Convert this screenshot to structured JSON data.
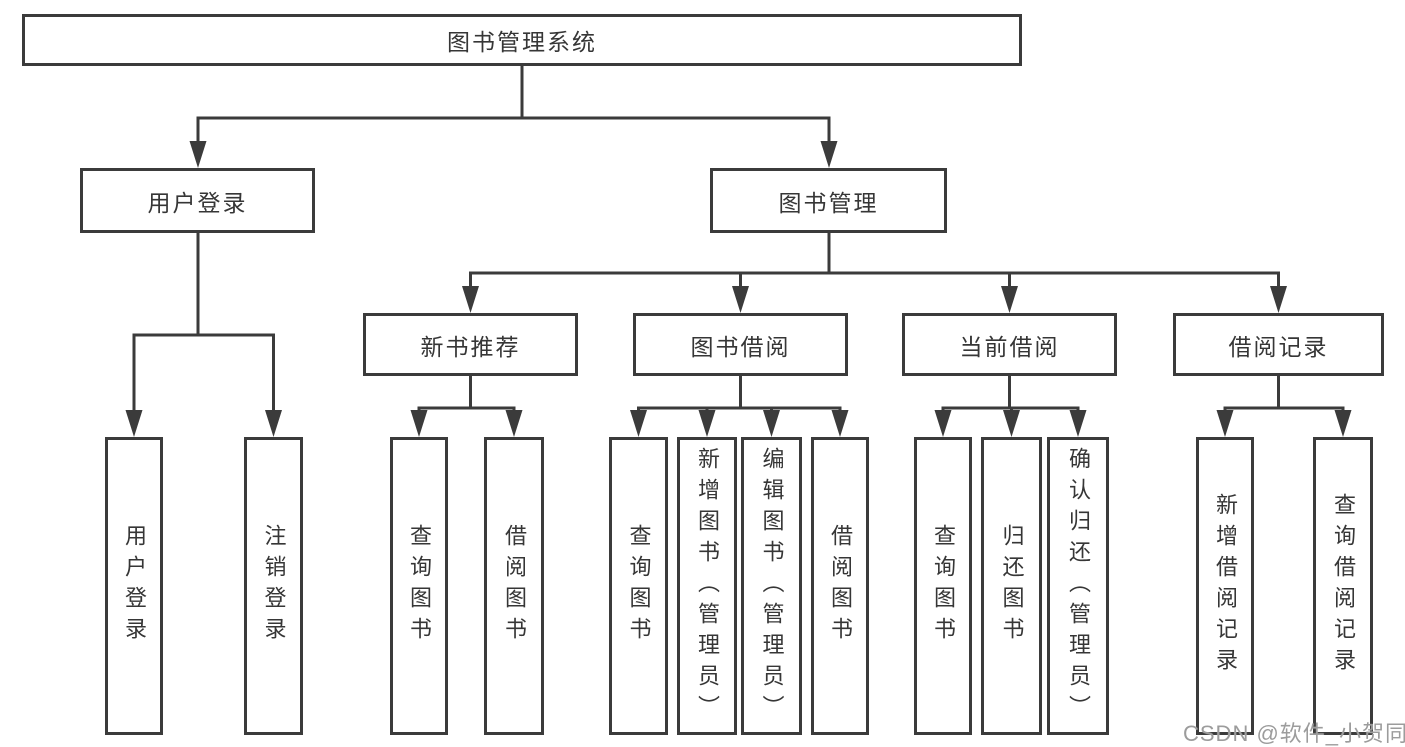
{
  "diagram": {
    "type": "hierarchy-tree",
    "title": "图书管理系统",
    "orientation": "top-down",
    "colors": {
      "line": "#3b3b3b",
      "box_border": "#3b3b3b",
      "box_fill": "#ffffff",
      "text": "#363636",
      "background": "#ffffff",
      "watermark_text_color": "#9c9c9c"
    }
  },
  "tree": {
    "label": "图书管理系统",
    "children": [
      {
        "label": "用户登录",
        "children": [
          {
            "label": "用户登录"
          },
          {
            "label": "注销登录"
          }
        ]
      },
      {
        "label": "图书管理",
        "children": [
          {
            "label": "新书推荐",
            "children": [
              {
                "label": "查询图书"
              },
              {
                "label": "借阅图书"
              }
            ]
          },
          {
            "label": "图书借阅",
            "children": [
              {
                "label": "查询图书"
              },
              {
                "label": "新增图书（管理员）"
              },
              {
                "label": "编辑图书（管理员）"
              },
              {
                "label": "借阅图书"
              }
            ]
          },
          {
            "label": "当前借阅",
            "children": [
              {
                "label": "查询图书"
              },
              {
                "label": "归还图书"
              },
              {
                "label": "确认归还（管理员）"
              }
            ]
          },
          {
            "label": "借阅记录",
            "children": [
              {
                "label": "新增借阅记录"
              },
              {
                "label": "查询借阅记录"
              }
            ]
          }
        ]
      }
    ]
  },
  "watermark": {
    "text": "CSDN @软件_小贺同学"
  }
}
